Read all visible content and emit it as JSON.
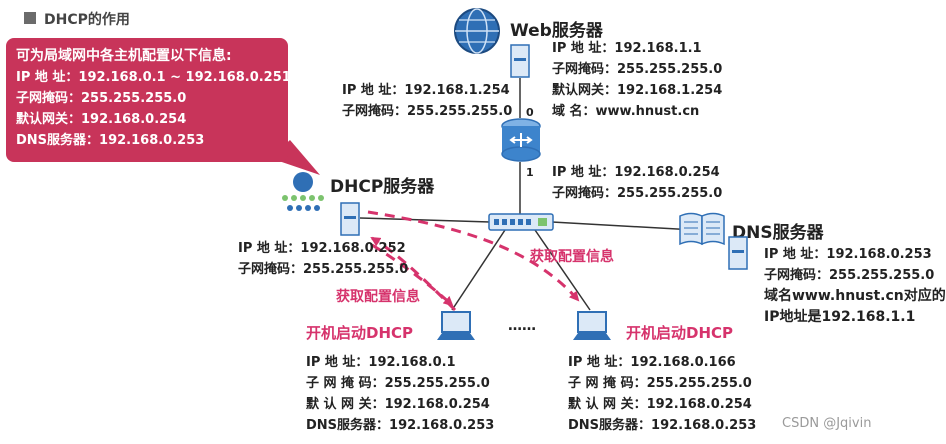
{
  "title": "DHCP的作用",
  "bubble": {
    "heading": "可为局域网中各主机配置以下信息:",
    "lines": [
      "IP 地  址：192.168.0.1 ~ 192.168.0.251",
      "子网掩码：255.255.255.0",
      "默认网关：192.168.0.254",
      "DNS服务器：192.168.0.253"
    ]
  },
  "web_server": {
    "label": "Web服务器",
    "info": [
      "IP 地  址：192.168.1.1",
      "子网掩码：255.255.255.0",
      "默认网关：192.168.1.254",
      "域      名：www.hnust.cn"
    ]
  },
  "router": {
    "port0": "0",
    "port1": "1",
    "upper_info": [
      "IP 地  址：192.168.1.254",
      "子网掩码：255.255.255.0"
    ],
    "lower_info": [
      "IP 地  址：192.168.0.254",
      "子网掩码：255.255.255.0"
    ]
  },
  "dhcp_server": {
    "label": "DHCP服务器",
    "info": [
      "IP 地  址：192.168.0.252",
      "子网掩码：255.255.255.0"
    ]
  },
  "dns_server": {
    "label": "DNS服务器",
    "info": [
      "IP 地  址：192.168.0.253",
      "子网掩码：255.255.255.0",
      "域名www.hnust.cn对应的",
      "IP地址是192.168.1.1"
    ]
  },
  "host_left": {
    "action": "开机启动DHCP",
    "info": [
      "IP  地    址：192.168.0.1",
      "子 网 掩 码：255.255.255.0",
      "默 认 网 关：192.168.0.254",
      "DNS服务器：192.168.0.253"
    ]
  },
  "host_right": {
    "action": "开机启动DHCP",
    "info": [
      "IP  地    址：192.168.0.166",
      "子 网 掩 码：255.255.255.0",
      "默 认 网 关：192.168.0.254",
      "DNS服务器：192.168.0.253"
    ]
  },
  "ellipsis": "……",
  "arrow_labels": [
    "获取配置信息",
    "获取配置信息"
  ],
  "watermark": "CSDN @Jqivin",
  "colors": {
    "accent": "#d6336c",
    "bubble": "#c8345a",
    "device_blue": "#2f6fb5"
  }
}
